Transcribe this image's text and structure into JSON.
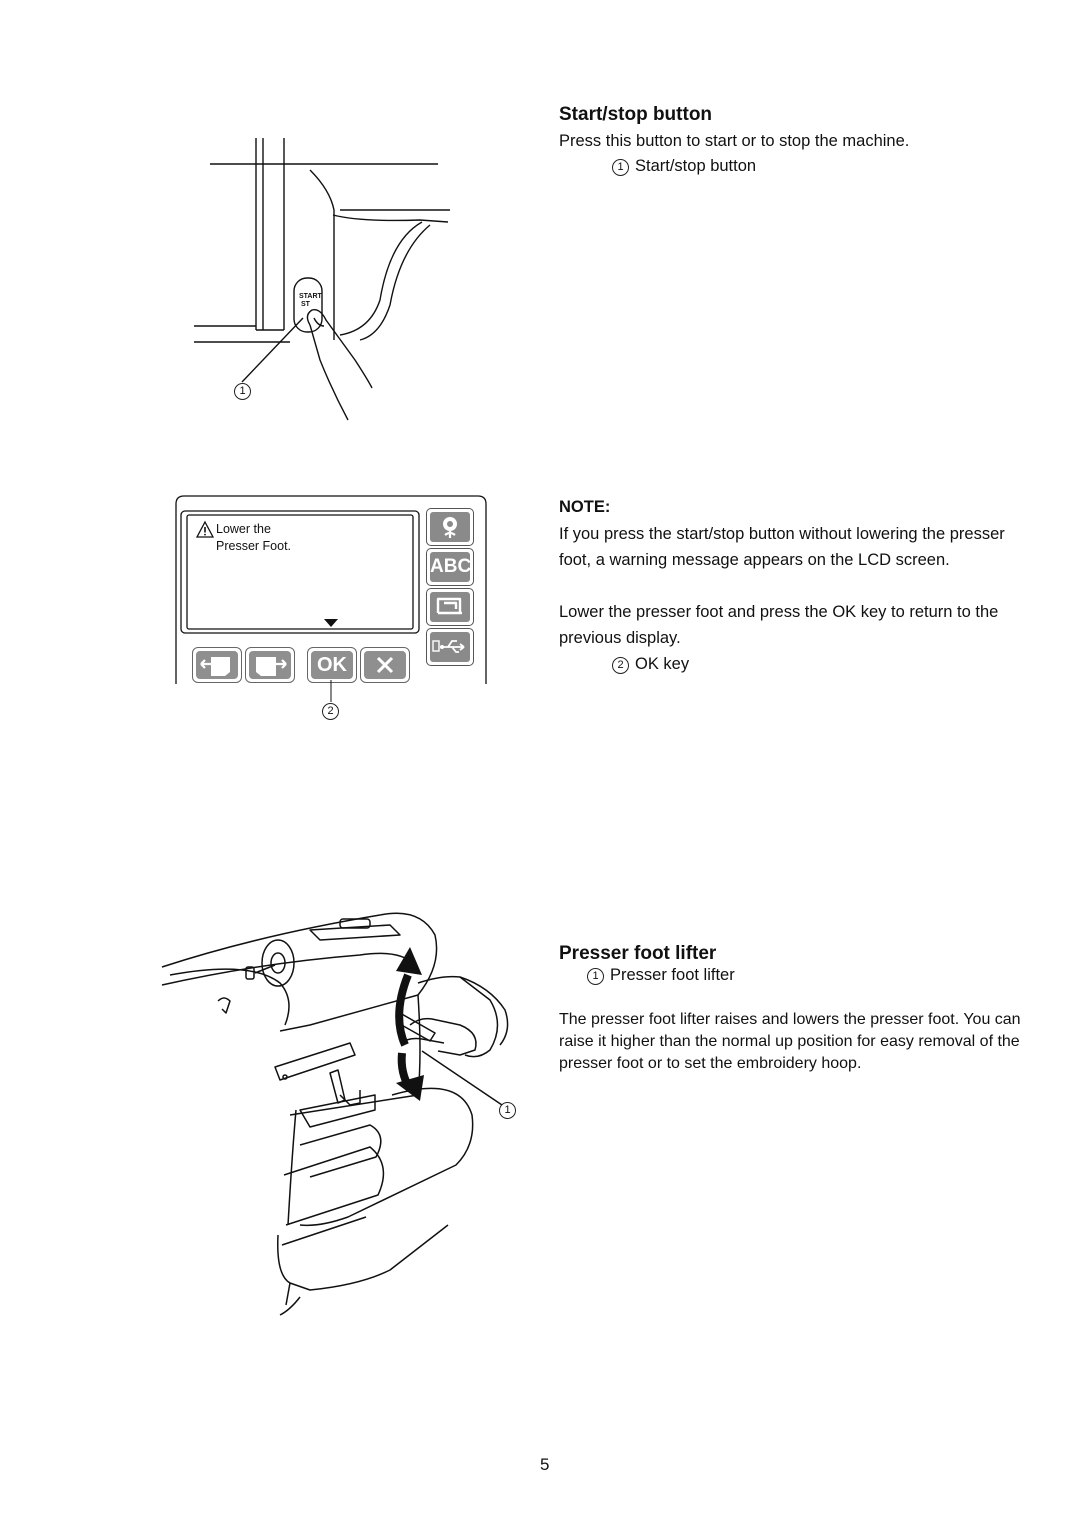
{
  "section_start_stop": {
    "heading": "Start/stop button",
    "intro": "Press this button to start or to stop the machine.",
    "callout_num": "1",
    "callout_label": "Start/stop button",
    "figure_button_text_1": "START",
    "figure_button_text_2": "ST"
  },
  "note": {
    "heading": "NOTE:",
    "paragraph_1": "If you press the start/stop button without lowering the presser foot, a warning message appears on the LCD screen.",
    "paragraph_2": "Lower the presser foot and press the OK key to return to the previous display.",
    "callout_num": "2",
    "callout_label": "OK key"
  },
  "lcd": {
    "message_line_1": "Lower the",
    "message_line_2": "Presser Foot.",
    "ok_label": "OK",
    "abc_label": "ABC",
    "icons": [
      "warning-icon",
      "flower-icon",
      "abc-icon",
      "sewing-machine-icon",
      "usb-icon",
      "prev-page-icon",
      "next-page-icon",
      "ok-icon",
      "close-icon",
      "down-arrow-icon"
    ]
  },
  "section_presser_foot": {
    "heading": "Presser foot lifter",
    "callout_num": "1",
    "callout_label": "Presser foot lifter",
    "paragraph": "The presser foot lifter raises and lowers the presser foot. You can raise it higher than the normal up position for easy removal of the presser foot or to set the embroidery hoop."
  },
  "figure_callouts": {
    "start_stop": "1",
    "ok_key": "2",
    "lifter": "1"
  },
  "page_number": "5"
}
